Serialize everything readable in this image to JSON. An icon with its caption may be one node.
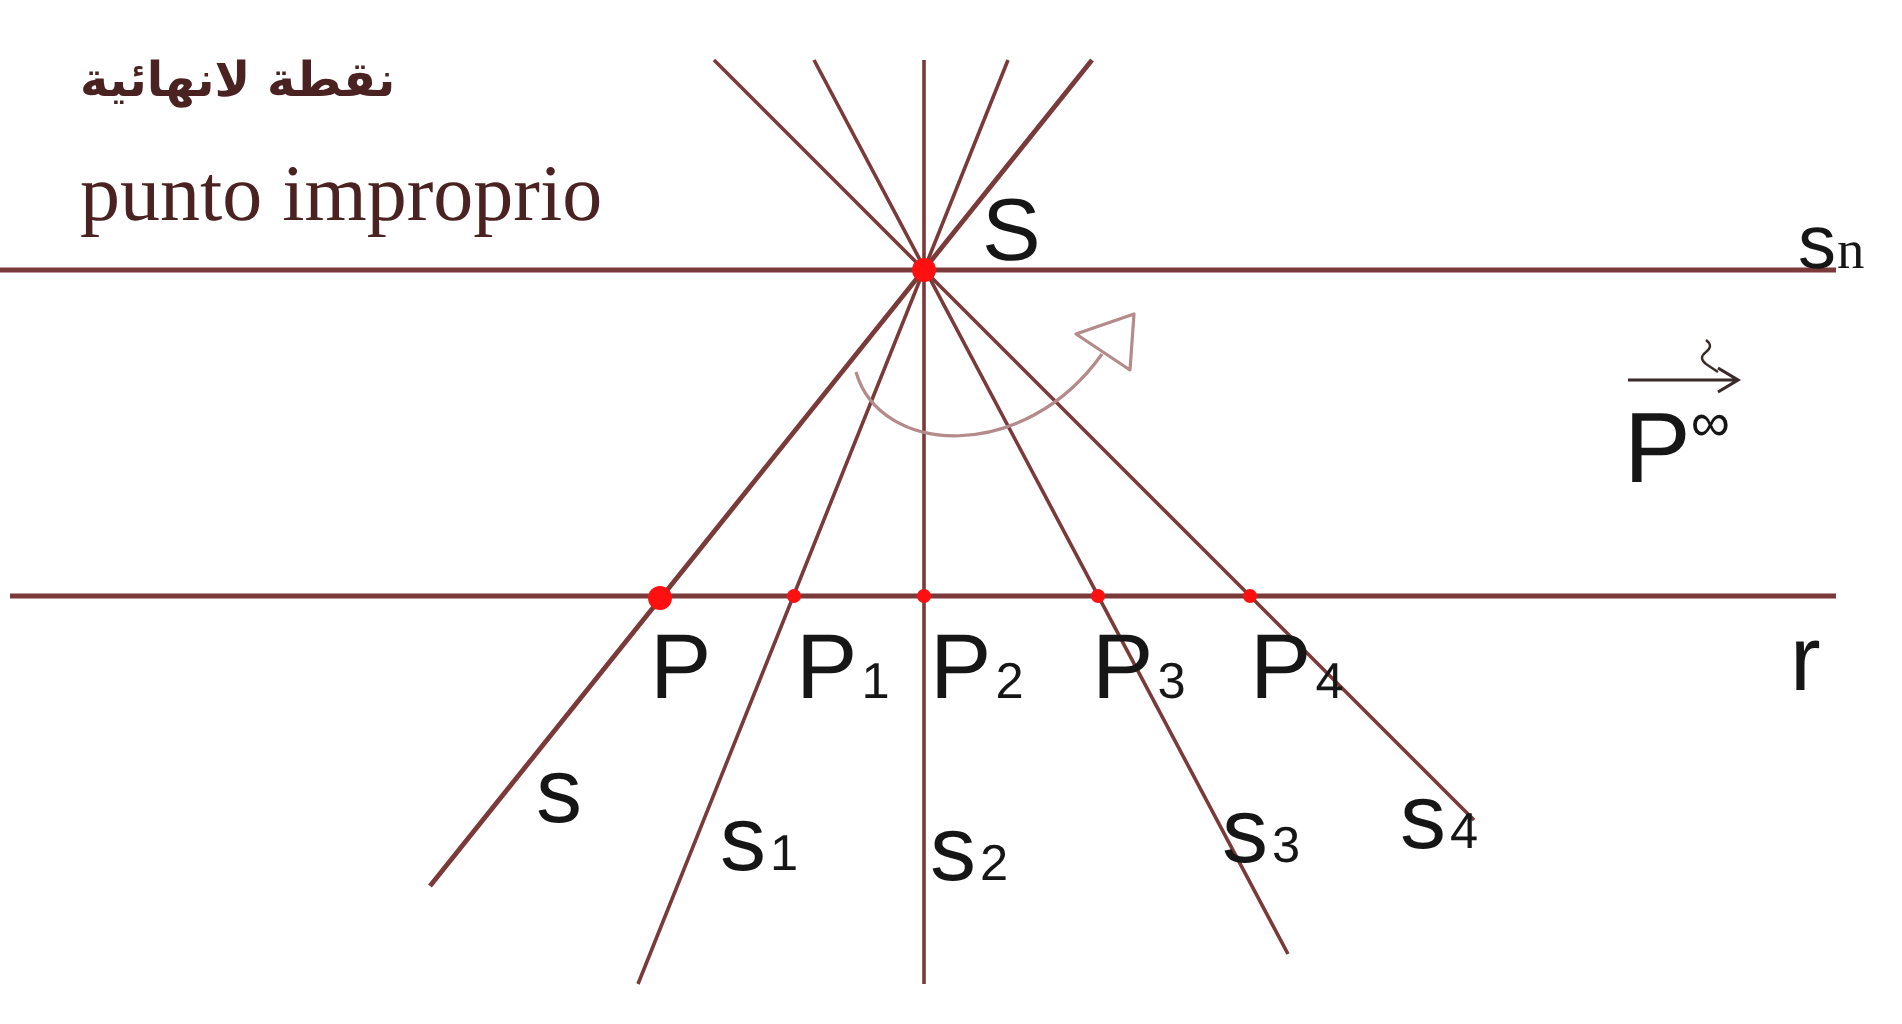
{
  "diagram": {
    "labels": [
      "نقطة لانهائية",
      "punto improprio",
      "S",
      "s$_{n}$",
      "P$^{∞}$",
      "P",
      "P$_{1}$",
      "P$_{2}$",
      "P$_{3}$",
      "P$_{4}$",
      "r",
      "s",
      "s$_{1}$",
      "s$_{2}$",
      "s$_{3}$",
      "s$_{4}$"
    ]
  }
}
